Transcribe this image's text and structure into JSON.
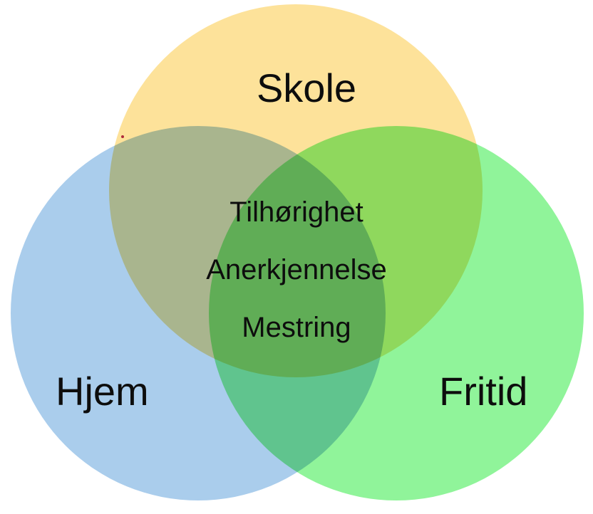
{
  "diagram": {
    "type": "venn",
    "set_count": 3,
    "background_color": "#ffffff",
    "text_color": "#0d0d0d",
    "circles": [
      {
        "id": "skole",
        "label": "Skole",
        "position": "top",
        "fill_color": "#fde29a"
      },
      {
        "id": "hjem",
        "label": "Hjem",
        "position": "bottom-left",
        "fill_color": "#aacdec"
      },
      {
        "id": "fritid",
        "label": "Fritid",
        "position": "bottom-right",
        "fill_color": "#90f49a"
      }
    ],
    "overlaps": [
      {
        "id": "skole-hjem",
        "sets": "Skole + Hjem",
        "blend_color": "#b3c5b2"
      },
      {
        "id": "skole-fritid",
        "sets": "Skole + Fritid",
        "blend_color": "#9ae464"
      },
      {
        "id": "hjem-fritid",
        "sets": "Hjem + Fritid",
        "blend_color": "#63c4b6"
      },
      {
        "id": "center",
        "sets": "Skole + Hjem + Fritid",
        "blend_color": "#6dc096"
      }
    ],
    "center_items": [
      "Tilhørighet",
      "Anerkjennelse",
      "Mestring"
    ]
  }
}
